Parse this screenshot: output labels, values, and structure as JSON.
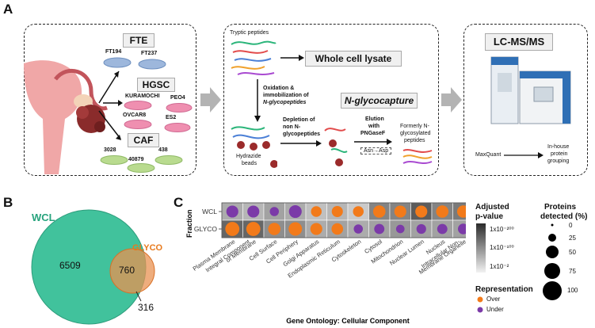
{
  "panels": {
    "a": "A",
    "b": "B",
    "c": "C"
  },
  "panel_a": {
    "groups": {
      "fte": {
        "title": "FTE",
        "lines": [
          "FT194",
          "FT237"
        ]
      },
      "hgsc": {
        "title": "HGSC",
        "lines": [
          "KURAMOCHI",
          "PEO4",
          "OVCAR8",
          "ES2"
        ]
      },
      "caf": {
        "title": "CAF",
        "lines": [
          "3028",
          "438",
          "40879"
        ]
      }
    },
    "workflow": {
      "tryptic": "Tryptic peptides",
      "wcl": "Whole cell lysate",
      "oxidation": [
        "Oxidation &",
        "immobilization of",
        "N-glycopeptides"
      ],
      "glycocapture": "N-glycocapture",
      "hydrazide": [
        "Hydrazide",
        "beads"
      ],
      "depletion": [
        "Depletion of",
        "non N-",
        "glycopeptides"
      ],
      "elution": [
        "Elution",
        "with",
        "PNGaseF"
      ],
      "asn_asp": "Asn→Asp",
      "formerly": [
        "Formerly N-",
        "glycosylated",
        "peptides"
      ]
    },
    "ms": {
      "title": "LC-MS/MS",
      "maxquant": "MaxQuant",
      "inhouse": [
        "In-house",
        "protein",
        "grouping"
      ]
    }
  },
  "panel_b": {
    "wcl_label": "WCL",
    "glyco_label": "GLYCO",
    "wcl_only": "6509",
    "overlap": "760",
    "glyco_only": "316",
    "colors": {
      "wcl": "#3cbf9a",
      "glyco": "#f08a2c"
    }
  },
  "panel_c": {
    "rows": [
      "WCL",
      "GLYCO"
    ],
    "y_title": "Fraction",
    "x_title": "Gene Ontology: Cellular Component",
    "categories": [
      "Plasma Membrane",
      "Integral Component of Membrane",
      "Cell Surface",
      "Cell Periphery",
      "Golgi Apparatus",
      "Endoplasmic Reticulum",
      "Cytoskeleton",
      "Cytosol",
      "Mitochondrion",
      "Nuclear Lumen",
      "Nucleus",
      "Intracellular Non-Membrane Organelle"
    ],
    "category_lines": [
      [
        "Plasma Membrane"
      ],
      [
        "Integral Component",
        "of Membrane"
      ],
      [
        "Cell Surface"
      ],
      [
        "Cell Periphery"
      ],
      [
        "Golgi Apparatus"
      ],
      [
        "Endoplasmic Reticulum"
      ],
      [
        "Cytoskeleton"
      ],
      [
        "Cytosol"
      ],
      [
        "Mitochondrion"
      ],
      [
        "Nuclear Lumen"
      ],
      [
        "Nucleus"
      ],
      [
        "Intracellular Non-",
        "Membrane Organelle"
      ]
    ],
    "legend": {
      "pvalue_title": [
        "Adjusted",
        "p-value"
      ],
      "pvalue_ticks": [
        "1x10⁻²⁰⁰",
        "1x10⁻¹⁰⁰",
        "1x10⁻²"
      ],
      "size_title": [
        "Proteins",
        "detected (%)"
      ],
      "size_ticks": [
        "0",
        "25",
        "50",
        "75",
        "100"
      ],
      "rep_title": "Representation",
      "rep_items": [
        {
          "label": "Over",
          "color": "#f27a1a"
        },
        {
          "label": "Under",
          "color": "#7b3aa8"
        }
      ]
    }
  },
  "chart_data": {
    "type": "scatter",
    "x_title": "Gene Ontology: Cellular Component",
    "y_title": "Fraction",
    "categories": [
      "Plasma Membrane",
      "Integral Component of Membrane",
      "Cell Surface",
      "Cell Periphery",
      "Golgi Apparatus",
      "Endoplasmic Reticulum",
      "Cytoskeleton",
      "Cytosol",
      "Mitochondrion",
      "Nuclear Lumen",
      "Nucleus",
      "Intracellular Non-Membrane Organelle"
    ],
    "series": [
      {
        "name": "WCL",
        "percent_detected": [
          55,
          55,
          25,
          65,
          40,
          45,
          40,
          60,
          55,
          55,
          60,
          60
        ],
        "representation": [
          "Under",
          "Under",
          "Under",
          "Under",
          "Over",
          "Over",
          "Over",
          "Over",
          "Over",
          "Over",
          "Over",
          "Over"
        ],
        "shade": [
          0.35,
          0.3,
          0.4,
          0.35,
          0.25,
          0.3,
          0.2,
          0.55,
          0.55,
          0.75,
          0.55,
          0.6
        ]
      },
      {
        "name": "GLYCO",
        "percent_detected": [
          85,
          85,
          60,
          75,
          55,
          50,
          25,
          35,
          20,
          30,
          35,
          40
        ],
        "representation": [
          "Over",
          "Over",
          "Over",
          "Over",
          "Over",
          "Over",
          "Under",
          "Under",
          "Under",
          "Under",
          "Under",
          "Under"
        ],
        "shade": [
          0.7,
          0.7,
          0.5,
          0.5,
          0.35,
          0.4,
          0.35,
          0.4,
          0.45,
          0.4,
          0.4,
          0.4
        ]
      }
    ]
  }
}
